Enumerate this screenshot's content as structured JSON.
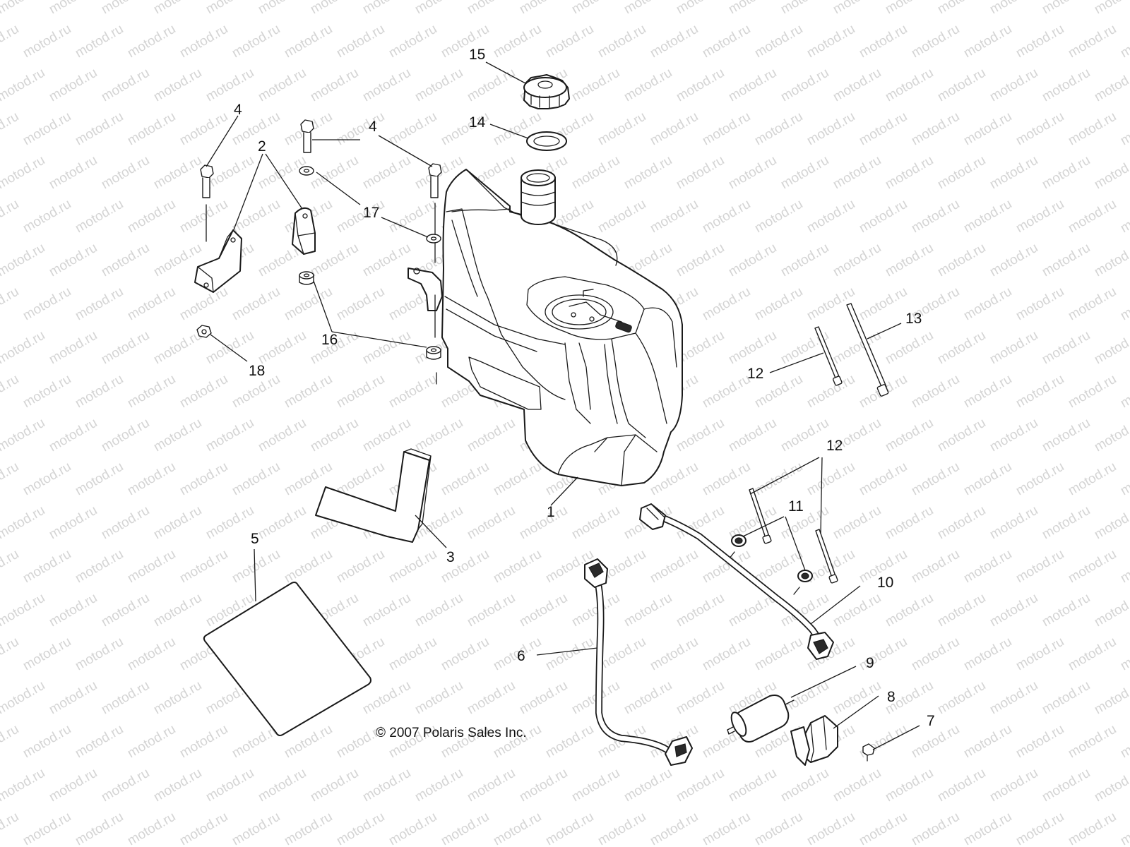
{
  "watermark": "motod.ru",
  "copyright": "© 2007 Polaris Sales Inc.",
  "callouts": {
    "c1": "1",
    "c2": "2",
    "c3": "3",
    "c4a": "4",
    "c4b": "4",
    "c5": "5",
    "c6": "6",
    "c7": "7",
    "c8": "8",
    "c9": "9",
    "c10": "10",
    "c11": "11",
    "c12a": "12",
    "c12b": "12",
    "c13": "13",
    "c14": "14",
    "c15": "15",
    "c16": "16",
    "c17": "17",
    "c18": "18"
  }
}
